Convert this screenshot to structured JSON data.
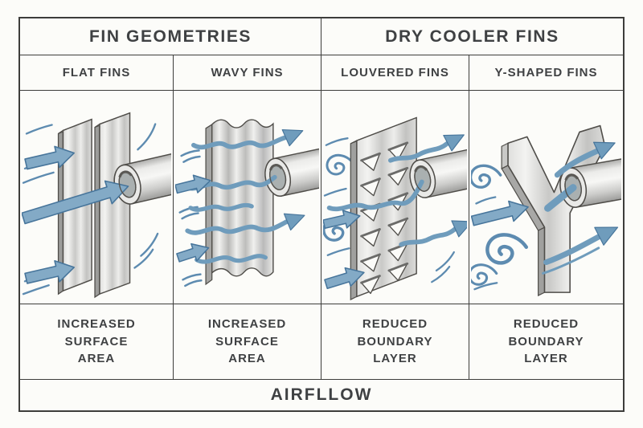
{
  "palette": {
    "paper": "#fcfcf9",
    "grid_line": "#3d3d3b",
    "text": "#3f4143",
    "arrow_blue": "#83aac6",
    "arrow_outline": "#47759b",
    "stream_blue": "#5d8bb0",
    "fin_gray": "#d9d9d7",
    "fin_edge": "#a0a09e",
    "sketch_outline": "#4f4d49"
  },
  "table": {
    "group_headers": [
      {
        "label": "FIN GEOMETRIES"
      },
      {
        "label": "DRY COOLER FINS"
      }
    ],
    "columns": [
      {
        "label": "FLAT FINS",
        "illustration": "flat-fins-drawing",
        "benefit_lines": [
          "INCREASED",
          "SURFACE",
          "AREA"
        ]
      },
      {
        "label": "WAVY FINS",
        "illustration": "wavy-fins-drawing",
        "benefit_lines": [
          "INCREASED",
          "SURFACE",
          "AREA"
        ]
      },
      {
        "label": "LOUVERED FINS",
        "illustration": "louvered-fins-drawing",
        "benefit_lines": [
          "REDUCED",
          "BOUNDARY",
          "LAYER"
        ]
      },
      {
        "label": "Y-SHAPED FINS",
        "illustration": "y-shaped-fins-drawing",
        "benefit_lines": [
          "REDUCED",
          "BOUNDARY",
          "LAYER"
        ]
      }
    ],
    "footer_label": "AIRFLLOW"
  }
}
